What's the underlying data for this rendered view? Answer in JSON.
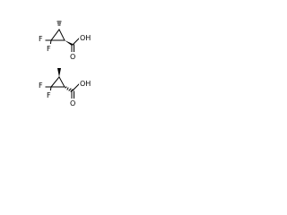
{
  "page": {
    "background": "#ffffff",
    "ink": "#000000"
  },
  "molecules": [
    {
      "name": "upper-isomer",
      "labels": {
        "f_left": "F",
        "f_right": "F",
        "carboxyl": "OH",
        "carbonyl_oxygen": "O"
      }
    },
    {
      "name": "lower-isomer",
      "labels": {
        "f_left": "F",
        "f_right": "F",
        "carboxyl": "OH",
        "carbonyl_oxygen": "O"
      }
    }
  ]
}
